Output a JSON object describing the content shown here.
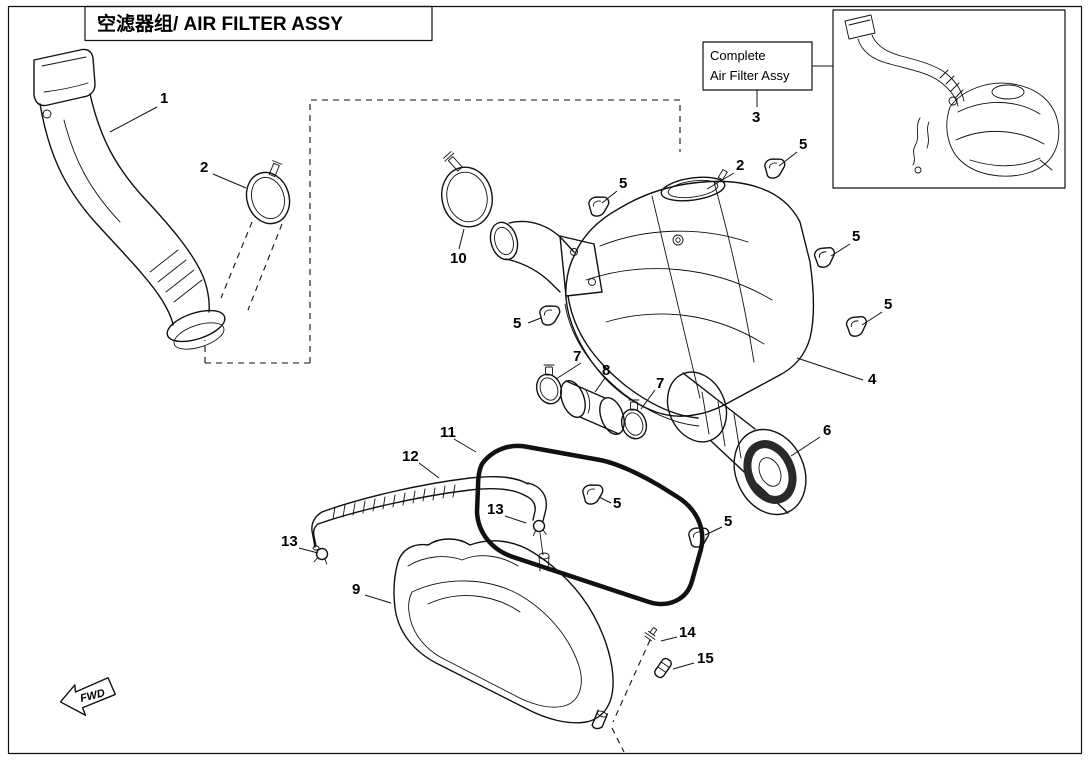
{
  "page": {
    "title": "空滤器组/ AIR FILTER ASSY"
  },
  "complete_label": {
    "line1": "Complete",
    "line2": "Air Filter Assy"
  },
  "fwd_label": "FWD",
  "callouts": {
    "n1": "1",
    "n2": "2",
    "n3": "3",
    "n4": "4",
    "n5": "5",
    "n6": "6",
    "n7": "7",
    "n8": "8",
    "n9": "9",
    "n10": "10",
    "n11": "11",
    "n12": "12",
    "n13": "13",
    "n14": "14",
    "n15": "15"
  }
}
